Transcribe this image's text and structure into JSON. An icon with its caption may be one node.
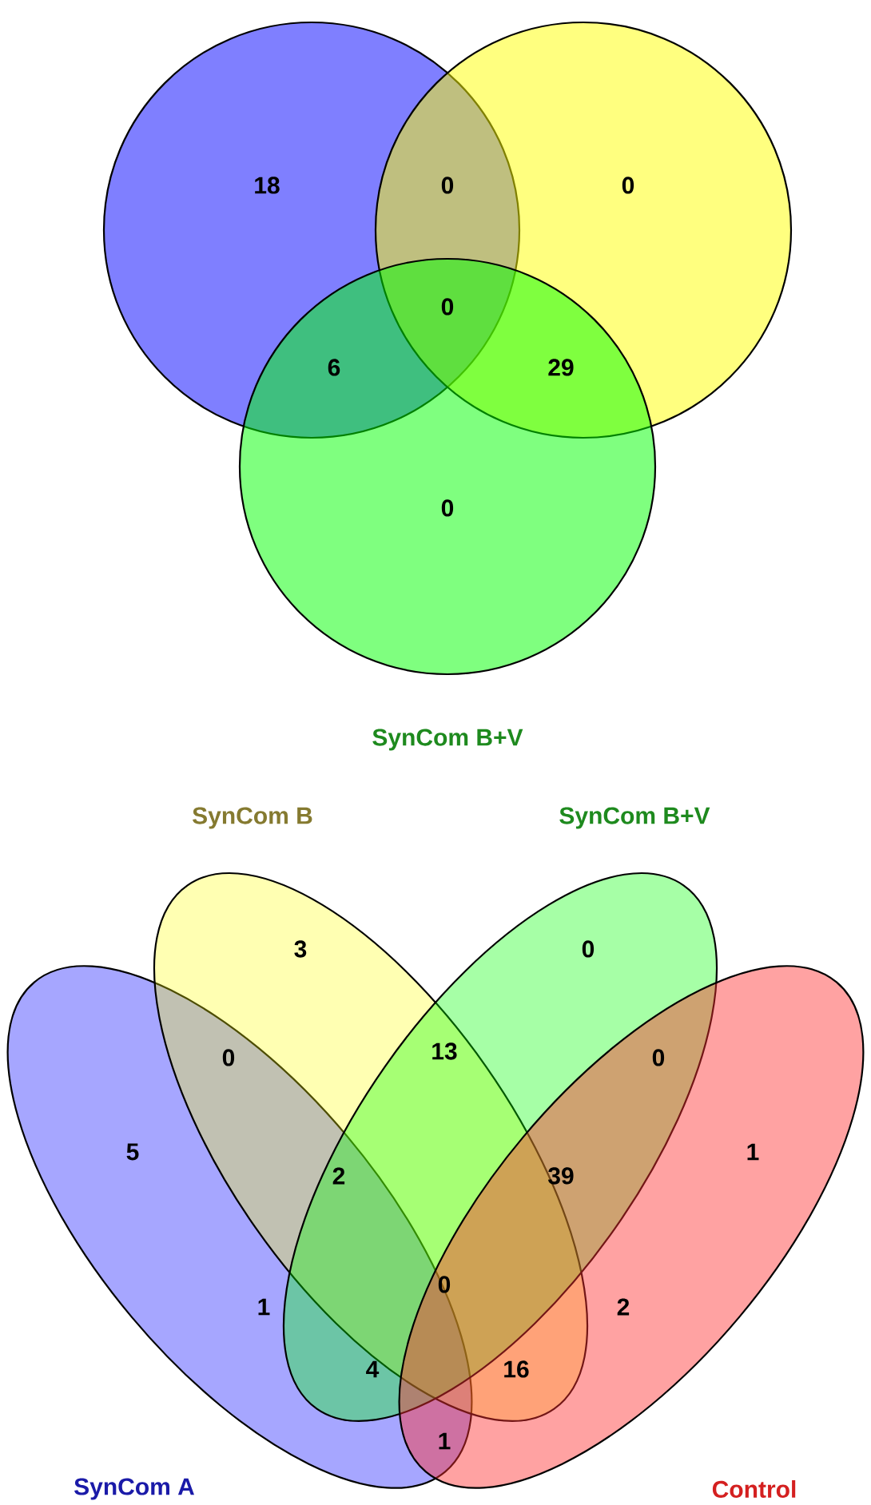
{
  "diagram": {
    "labels": [
      "18",
      "0",
      "0",
      "0",
      "6",
      "29",
      "0",
      "SynCom B+V",
      "SynCom B",
      "SynCom B+V",
      "3",
      "0",
      "0",
      "13",
      "0",
      "5",
      "2",
      "39",
      "1",
      "0",
      "1",
      "2",
      "4",
      "16",
      "1",
      "SynCom A",
      "Control"
    ]
  }
}
